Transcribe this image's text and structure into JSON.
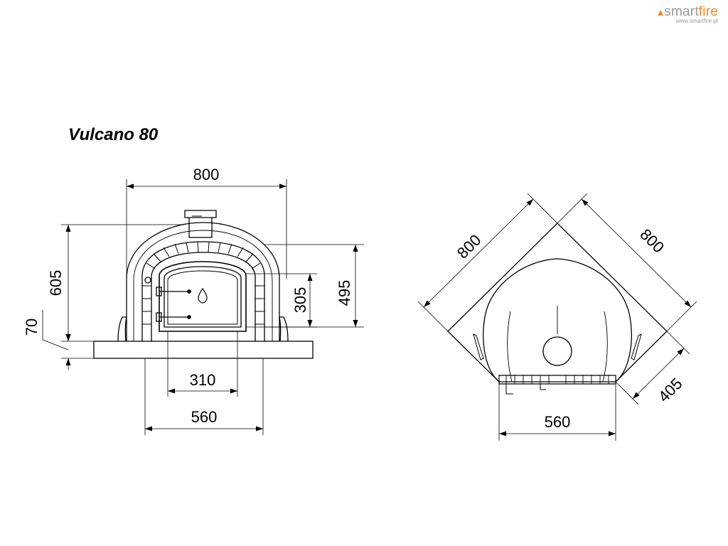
{
  "brand": {
    "name_prefix": "smart",
    "name_suffix": "fire",
    "url": "www.smartfire.pt",
    "accent_color": "#f08a24",
    "text_color": "#9a9a9a"
  },
  "title": "Vulcano 80",
  "front_view": {
    "dimensions": {
      "overall_width": "800",
      "overall_height": "605",
      "base_height": "70",
      "door_height": "305",
      "arch_height": "495",
      "door_width": "310",
      "opening_width": "560"
    }
  },
  "top_view": {
    "dimensions": {
      "side_left": "800",
      "side_right": "800",
      "front_width": "560",
      "depth": "405"
    }
  }
}
